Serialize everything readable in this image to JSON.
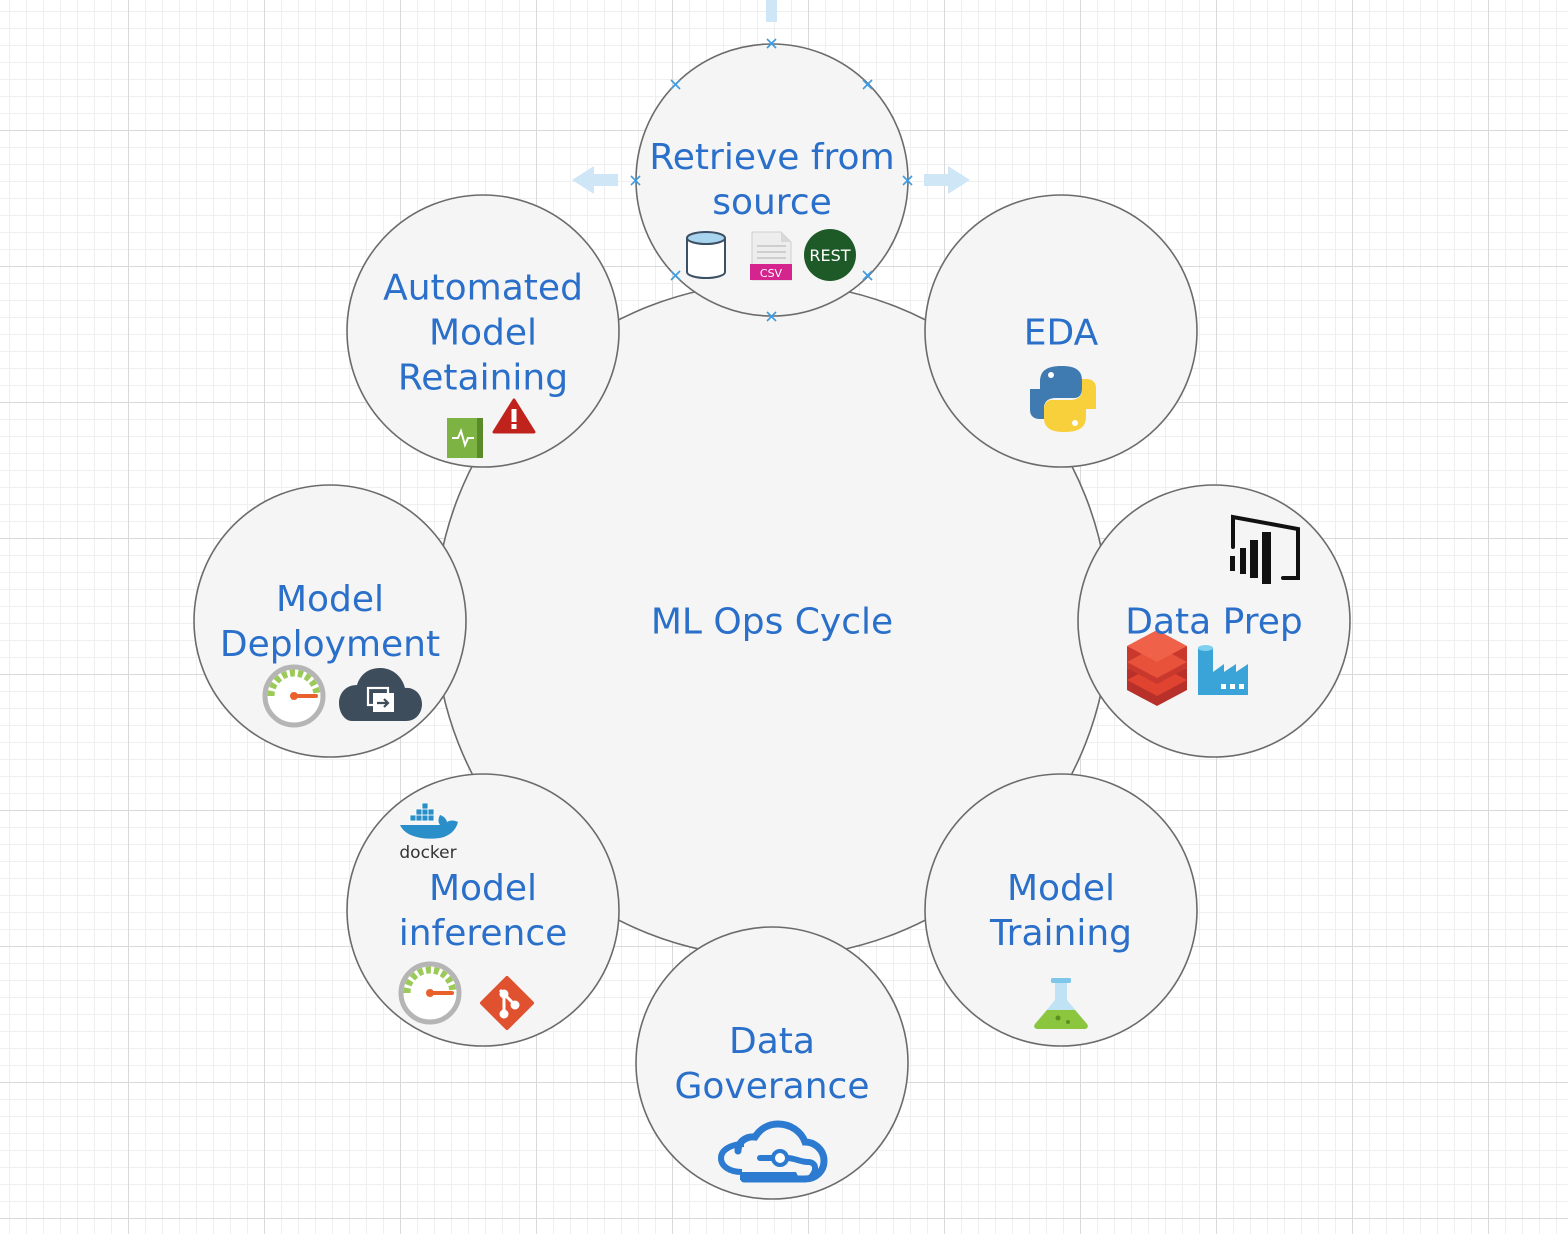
{
  "diagram": {
    "center_label": "ML Ops Cycle",
    "nodes": [
      {
        "id": "retrieve",
        "lines": [
          "Retrieve from",
          "source"
        ],
        "icons": [
          "database-icon",
          "csv-file-icon",
          "rest-api-icon"
        ],
        "icon_texts": [
          "CSV",
          "REST"
        ]
      },
      {
        "id": "eda",
        "lines": [
          "EDA"
        ],
        "icons": [
          "python-icon"
        ]
      },
      {
        "id": "data-prep",
        "lines": [
          "Data Prep"
        ],
        "icons": [
          "power-bi-icon",
          "databricks-icon",
          "data-factory-icon"
        ]
      },
      {
        "id": "training",
        "lines": [
          "Model",
          "Training"
        ],
        "icons": [
          "flask-icon"
        ]
      },
      {
        "id": "governance",
        "lines": [
          "Data",
          "Goverance"
        ],
        "icons": [
          "cloud-connector-icon"
        ]
      },
      {
        "id": "inference",
        "lines": [
          "Model",
          "inference"
        ],
        "icons": [
          "docker-icon",
          "gauge-icon",
          "git-icon"
        ],
        "icon_texts": [
          "docker"
        ]
      },
      {
        "id": "deployment",
        "lines": [
          "Model",
          "Deployment"
        ],
        "icons": [
          "gauge-icon",
          "cloud-deploy-icon"
        ]
      },
      {
        "id": "retraining",
        "lines": [
          "Automated",
          "Model",
          "Retaining"
        ],
        "icons": [
          "monitor-book-icon",
          "warning-icon"
        ]
      }
    ]
  },
  "colors": {
    "label": "#2a6fc9",
    "circle_fill": "#f5f5f5",
    "circle_stroke": "#6b6b6b",
    "selection_marker": "#3d9be0",
    "python_blue": "#3f7ab0",
    "python_yellow": "#f7d03c",
    "rest_green": "#1e5a28",
    "csv_pink": "#d6248f",
    "git_orange": "#e0522f",
    "databricks_red": "#e0432f",
    "factory_blue": "#3aa4d8",
    "azure_blue": "#2c7bd0",
    "docker_blue": "#2a8fc8",
    "flask_green": "#8cc63f",
    "warning_red": "#c0221c",
    "book_green": "#7cb342",
    "cloud_dark": "#3e4d5c"
  }
}
